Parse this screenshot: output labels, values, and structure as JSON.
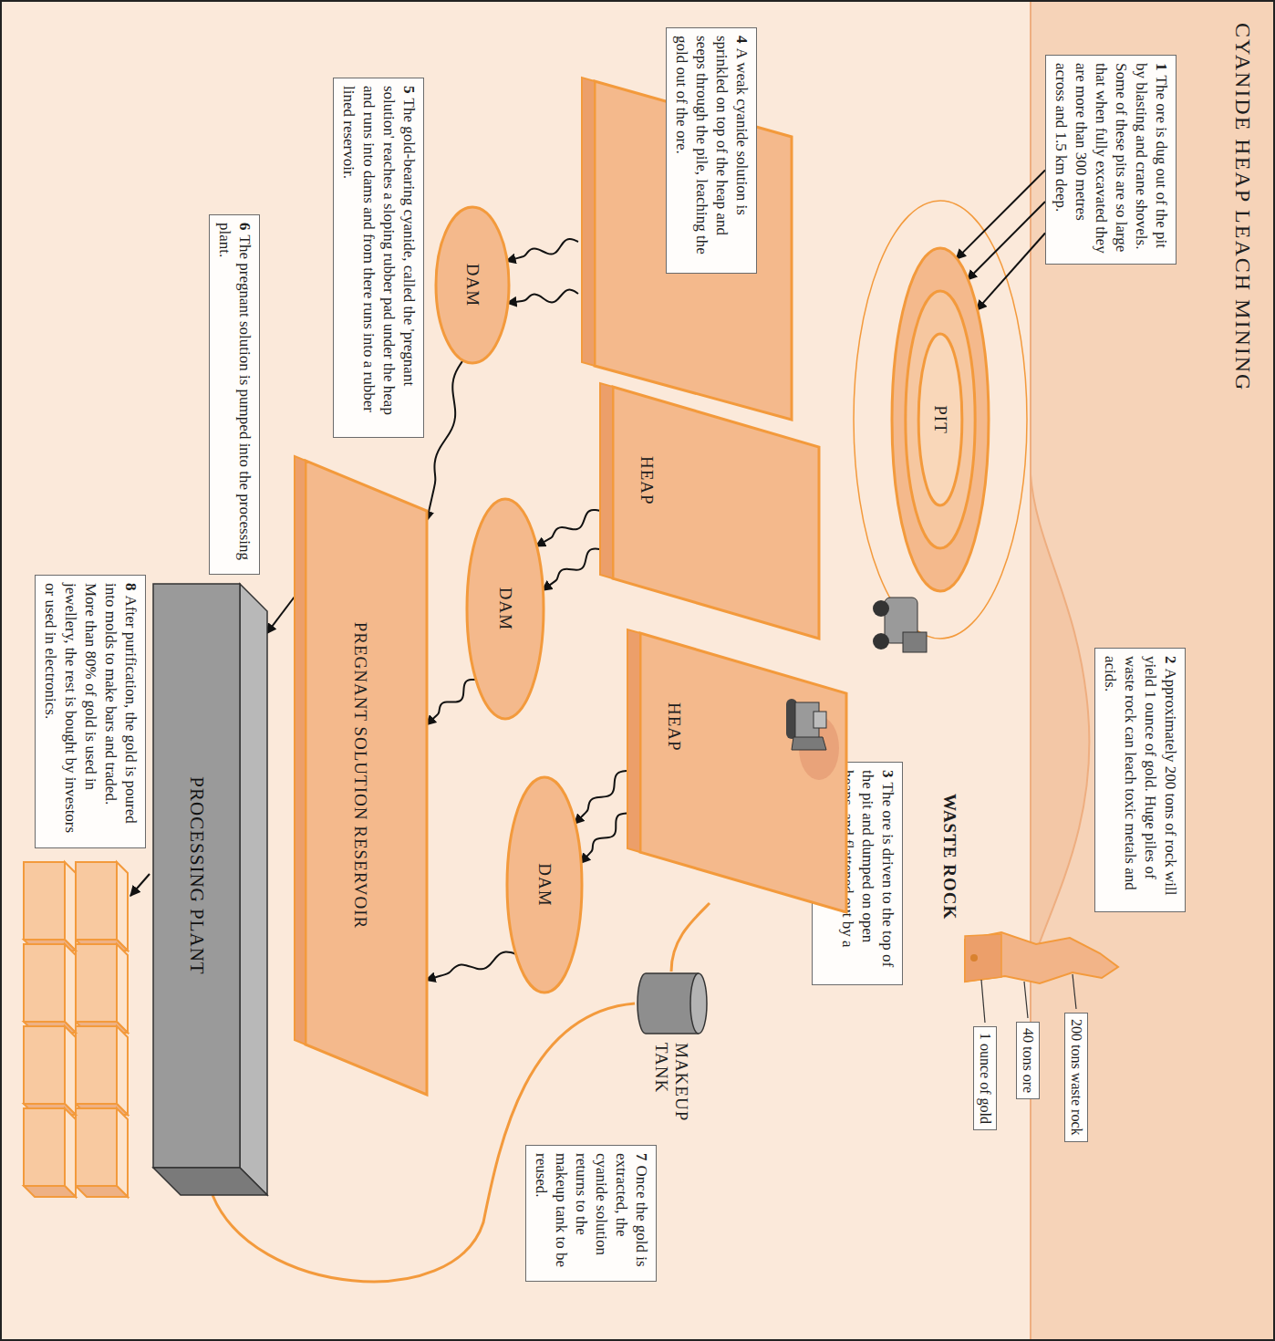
{
  "diagram": {
    "title": "CYANIDE HEAP LEACH MINING",
    "nodes": [
      {
        "text": [
          "1",
          "The ore is dug out of the pit by blasting and crane shovels. Some of these pits are so large that when fully excavated they are more than 300 metres across and 1.5 km deep."
        ]
      },
      {
        "text": [
          "PIT"
        ]
      },
      {
        "text": [
          "2",
          "Approximately 200 tons of rock will yield 1 ounce of gold. Huge piles of waste rock can leach toxic metals and acids."
        ]
      },
      {
        "text": [
          "200 tons waste rock"
        ]
      },
      {
        "text": [
          "40 tons ore"
        ]
      },
      {
        "text": [
          "1 ounce of gold"
        ]
      },
      {
        "text": [
          "3",
          "The ore is driven to the top of the pit and dumped on open heaps, and flattened out by a bulldozer."
        ]
      },
      {
        "text": [
          "4",
          "A weak cyanide solution is sprinkled on top of the heap and seeps through the pile, leaching the gold out of the ore."
        ]
      },
      {
        "text": [
          "HEAP"
        ]
      },
      {
        "text": [
          "HEAP"
        ]
      },
      {
        "text": [
          "MAKEUP TANK"
        ]
      },
      {
        "text": [
          "7",
          "Once the gold is extracted, the cyanide solution returns to the makeup tank to be reused."
        ]
      },
      {
        "text": [
          "DAM"
        ]
      },
      {
        "text": [
          "DAM"
        ]
      },
      {
        "text": [
          "DAM"
        ]
      },
      {
        "text": [
          "5",
          "The gold-bearing cyanide, called the 'pregnant solution' reaches a sloping rubber pad under the heap and runs into dams and from there runs into a rubber lined reservoir."
        ]
      },
      {
        "text": [
          "PREGNANT SOLUTION RESERVOIR"
        ]
      },
      {
        "text": [
          "6",
          "The pregnant solution is pumped into the processing plant."
        ]
      },
      {
        "text": [
          "PROCESSING PLANT"
        ]
      },
      {
        "text": [
          "8",
          "After purification, the gold is poured into molds to make bars and traded. More than 80% of gold is used in jewellery, the rest is bought by investors or used in electronics."
        ]
      }
    ],
    "edges": [
      {
        "from": 0,
        "to": 1,
        "arrow": "to"
      },
      {
        "from": 0,
        "to": 1,
        "arrow": "to"
      },
      {
        "from": 0,
        "to": 1,
        "arrow": "to"
      },
      {
        "from": 8,
        "to": 13,
        "arrow": "to"
      },
      {
        "from": 8,
        "to": 13,
        "arrow": "to"
      },
      {
        "from": 9,
        "to": 14,
        "arrow": "to"
      },
      {
        "from": 9,
        "to": 14,
        "arrow": "to"
      },
      {
        "from": 12,
        "to": 16,
        "arrow": "to"
      },
      {
        "from": 13,
        "to": 16,
        "arrow": "to"
      },
      {
        "from": 14,
        "to": 16,
        "arrow": "to"
      },
      {
        "from": 16,
        "to": 18,
        "arrow": "to"
      }
    ],
    "labels": [
      "WASTE ROCK"
    ]
  }
}
